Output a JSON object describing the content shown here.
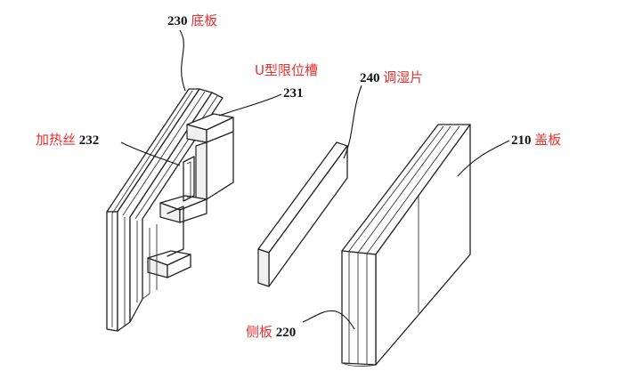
{
  "labels": {
    "base_plate": {
      "num": "230",
      "text": "底板"
    },
    "u_groove": {
      "num": "231",
      "text": "U型限位槽"
    },
    "heating_wire": {
      "num": "232",
      "text": "加热丝"
    },
    "humidity_sheet": {
      "num": "240",
      "text": "调湿片"
    },
    "cover_plate": {
      "num": "210",
      "text": "盖板"
    },
    "side_plate": {
      "num": "220",
      "text": "侧板"
    }
  }
}
